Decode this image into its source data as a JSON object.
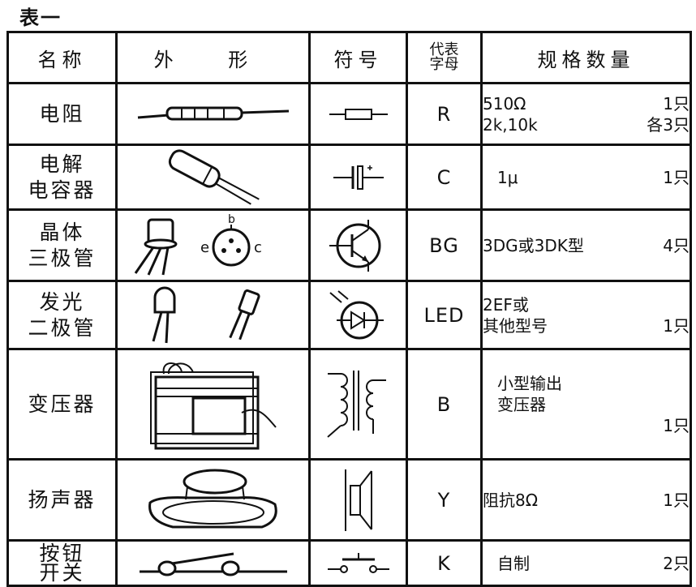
{
  "caption": "表一",
  "headers": {
    "name": "名称",
    "appearance": "外 形",
    "symbol": "符号",
    "code_line1": "代表",
    "code_line2": "字母",
    "spec": "规格数量"
  },
  "rows": [
    {
      "name_line1": "电阻",
      "name_line2": "",
      "code": "R",
      "spec_lines": [
        {
          "left": "510Ω",
          "right": "1只"
        },
        {
          "left": "2k,10k",
          "right": "各3只"
        }
      ],
      "appearance_icon": "resistor-drawing",
      "symbol_icon": "resistor-symbol"
    },
    {
      "name_line1": "电解",
      "name_line2": "电容器",
      "code": "C",
      "spec_lines": [
        {
          "left": "1μ",
          "right": "1只"
        }
      ],
      "appearance_icon": "electrolytic-capacitor-drawing",
      "symbol_icon": "capacitor-symbol"
    },
    {
      "name_line1": "晶体",
      "name_line2": "三极管",
      "code": "BG",
      "spec_lines": [
        {
          "left": "3DG或3DK型",
          "right": "4只"
        }
      ],
      "appearance_icon": "transistor-drawing",
      "symbol_icon": "transistor-symbol",
      "pin_labels": {
        "b": "b",
        "e": "e",
        "c": "c"
      }
    },
    {
      "name_line1": "发光",
      "name_line2": "二极管",
      "code": "LED",
      "spec_lines": [
        {
          "left": "2EF或",
          "right": ""
        },
        {
          "left": "其他型号",
          "right": "1只"
        }
      ],
      "appearance_icon": "led-drawing",
      "symbol_icon": "led-symbol"
    },
    {
      "name_line1": "变压器",
      "name_line2": "",
      "code": "B",
      "spec_lines": [
        {
          "left": "小型输出",
          "right": ""
        },
        {
          "left": "变压器",
          "right": ""
        },
        {
          "left": "",
          "right": "1只"
        }
      ],
      "appearance_icon": "transformer-drawing",
      "symbol_icon": "transformer-symbol"
    },
    {
      "name_line1": "扬声器",
      "name_line2": "",
      "code": "Y",
      "spec_lines": [
        {
          "left": "阻抗8Ω",
          "right": "1只"
        }
      ],
      "appearance_icon": "speaker-drawing",
      "symbol_icon": "speaker-symbol"
    },
    {
      "name_line1": "按钮",
      "name_line2": "开关",
      "code": "K",
      "spec_lines": [
        {
          "left": "自制",
          "right": "2只"
        }
      ],
      "appearance_icon": "push-button-drawing",
      "symbol_icon": "push-button-symbol"
    }
  ]
}
